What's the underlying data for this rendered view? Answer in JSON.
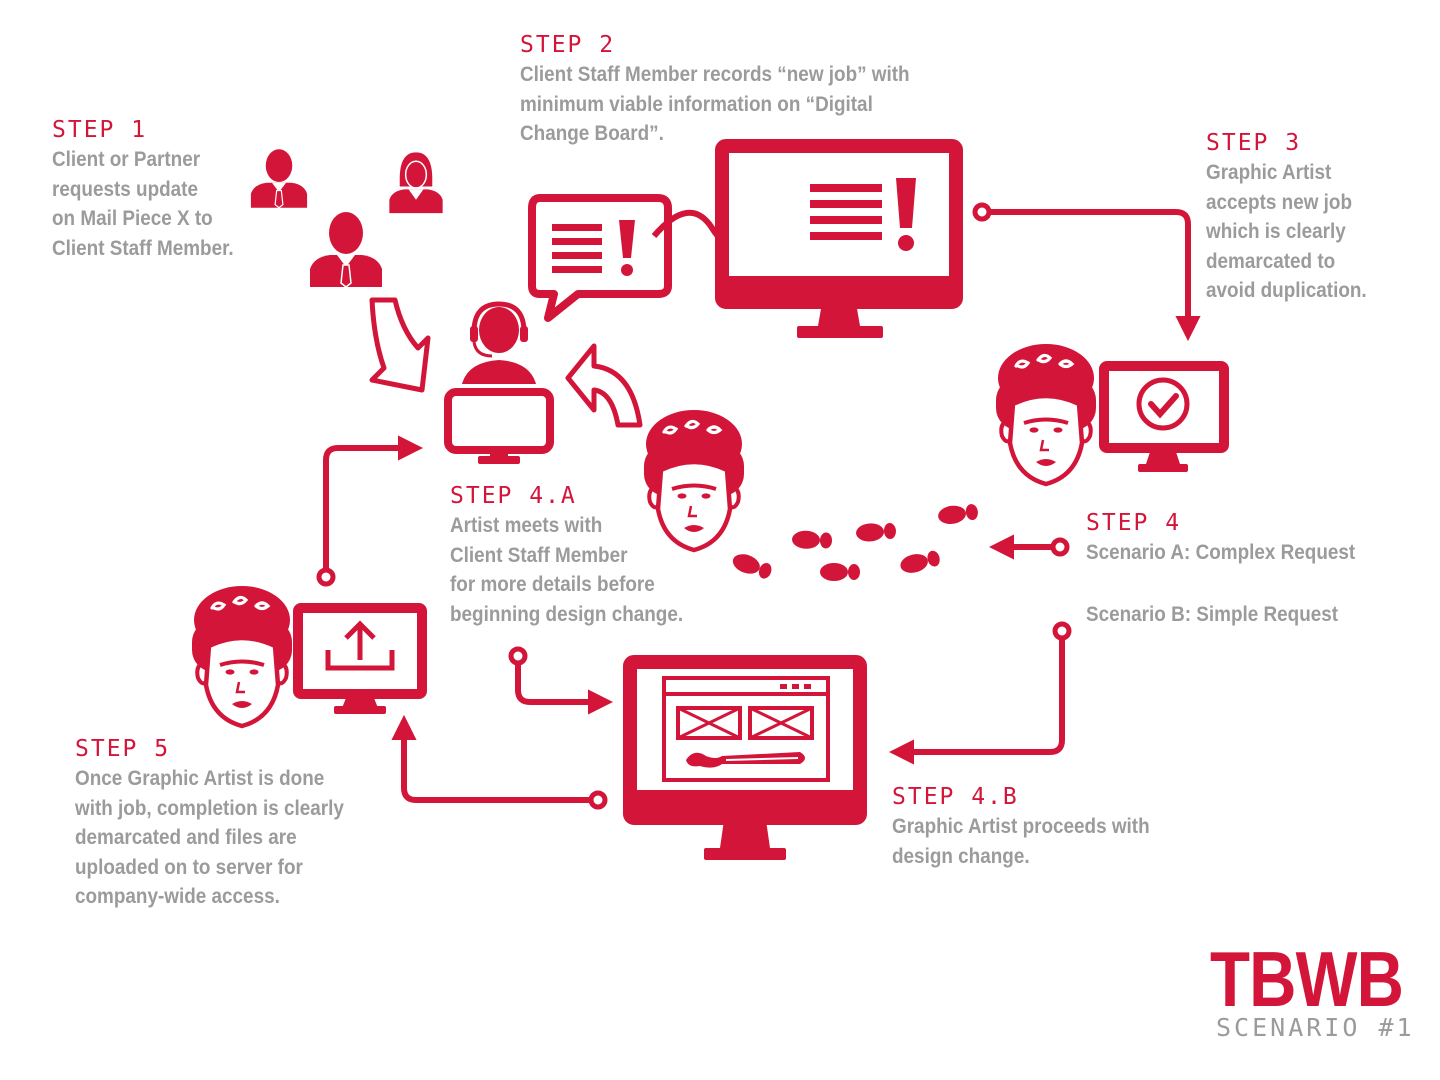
{
  "steps": {
    "step1": {
      "title": "STEP 1",
      "lines": [
        "Client or Partner",
        "requests update",
        "on Mail Piece X to",
        "Client Staff Member."
      ]
    },
    "step2": {
      "title": "STEP 2",
      "lines": [
        "Client Staff Member records “new job” with",
        "minimum viable information on “Digital",
        "Change Board”."
      ]
    },
    "step3": {
      "title": "STEP 3",
      "lines": [
        "Graphic Artist",
        "accepts new job",
        "which is clearly",
        "demarcated to",
        "avoid duplication."
      ]
    },
    "step4": {
      "title": "STEP 4",
      "scenario_a": "Scenario A: Complex Request",
      "scenario_b": "Scenario B: Simple Request"
    },
    "step4a": {
      "title": "STEP 4.A",
      "lines": [
        "Artist meets with",
        "Client Staff Member",
        "for more details before",
        "beginning design change."
      ]
    },
    "step4b": {
      "title": "STEP 4.B",
      "lines": [
        "Graphic Artist proceeds with",
        "design change."
      ]
    },
    "step5": {
      "title": "STEP 5",
      "lines": [
        "Once Graphic Artist is done",
        "with job, completion is clearly",
        "demarcated and files are",
        "uploaded on to server for",
        "company-wide access."
      ]
    }
  },
  "brand": {
    "title": "TBWB",
    "subtitle": "SCENARIO #1"
  },
  "colors": {
    "accent": "#d3153a",
    "text_gray": "#9b9b9b",
    "background": "#ffffff"
  },
  "icons": [
    "client-person-icon",
    "partner-person-icon",
    "client-staff-headset-icon",
    "notification-speech-bubble-icon",
    "digital-change-board-monitor-icon",
    "artist-icon",
    "checkmark-monitor-icon",
    "footprints-icon",
    "design-monitor-icon",
    "upload-monitor-icon"
  ]
}
